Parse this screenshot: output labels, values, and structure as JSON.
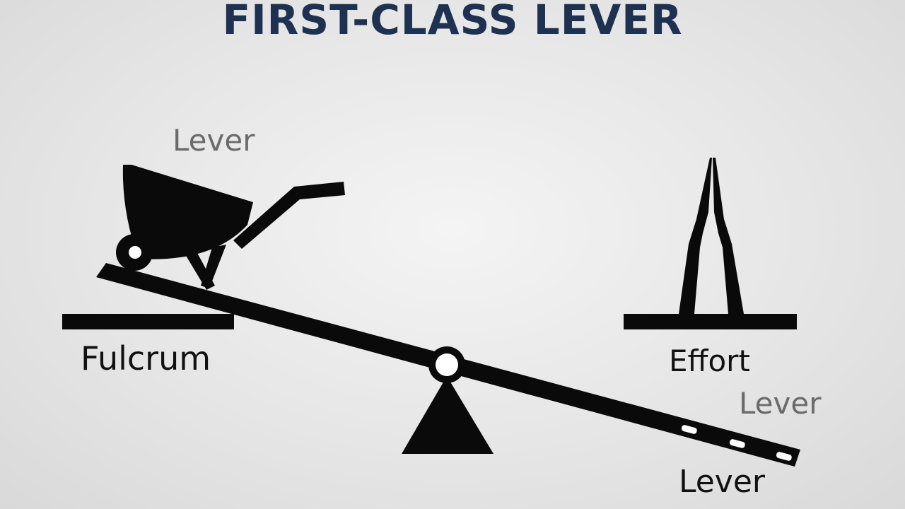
{
  "title": "FIRST-CLASS LEVER",
  "labels": {
    "lever_top": "Lever",
    "fulcrum": "Fulcrum",
    "effort": "Effort",
    "lever_gray": "Lever",
    "lever_bottom": "Lever"
  },
  "icons": [
    "wheelbarrow-icon",
    "pliers-icon",
    "fulcrum-triangle-icon",
    "pivot-circle-icon"
  ],
  "colors": {
    "title": "#1f3150",
    "shape": "#0a0a0a",
    "label_dark": "#111111",
    "label_gray": "#6b6b6b"
  }
}
